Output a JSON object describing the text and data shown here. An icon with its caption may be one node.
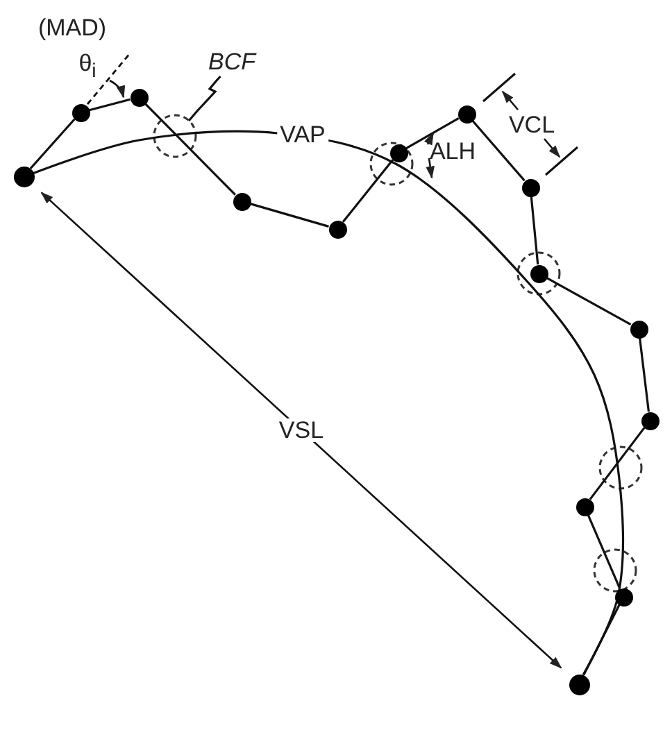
{
  "diagram": {
    "nodes": [
      {
        "text": [
          "BCF"
        ]
      },
      {
        "text": [],
        "shape": "dot"
      },
      {
        "text": [],
        "shape": "dot"
      },
      {
        "text": [],
        "shape": "dot"
      },
      {
        "text": [],
        "shape": "dot"
      },
      {
        "text": [],
        "shape": "dot"
      },
      {
        "text": [],
        "shape": "dot"
      },
      {
        "text": [],
        "shape": "dot"
      },
      {
        "text": [],
        "shape": "dot"
      },
      {
        "text": [],
        "shape": "dot"
      },
      {
        "text": [],
        "shape": "dot"
      },
      {
        "text": [],
        "shape": "dot"
      },
      {
        "text": [],
        "shape": "dot"
      },
      {
        "text": [],
        "shape": "dot"
      },
      {
        "text": [],
        "shape": "dot"
      }
    ],
    "edges": [
      {
        "from": 1,
        "to": 2,
        "arrow": "none"
      },
      {
        "from": 2,
        "to": 3,
        "arrow": "none"
      },
      {
        "from": 3,
        "to": 4,
        "arrow": "none"
      },
      {
        "from": 4,
        "to": 5,
        "arrow": "none"
      },
      {
        "from": 5,
        "to": 6,
        "arrow": "none"
      },
      {
        "from": 6,
        "to": 7,
        "arrow": "none"
      },
      {
        "from": 7,
        "to": 8,
        "arrow": "none"
      },
      {
        "from": 8,
        "to": 9,
        "arrow": "none"
      },
      {
        "from": 9,
        "to": 10,
        "arrow": "none"
      },
      {
        "from": 10,
        "to": 11,
        "arrow": "none"
      },
      {
        "from": 11,
        "to": 12,
        "arrow": "none"
      },
      {
        "from": 12,
        "to": 13,
        "arrow": "none"
      },
      {
        "from": 13,
        "to": 14,
        "arrow": "none"
      },
      {
        "from": 1,
        "to": 14,
        "arrow": "none",
        "label": "VAP"
      },
      {
        "from": 0,
        "to": null,
        "arrow": "none"
      },
      {
        "from": 1,
        "to": 14,
        "arrow": "both",
        "label": "VSL"
      }
    ],
    "labels": [
      "(MAD)",
      "θ$_{i}$",
      "ALH",
      "VCL"
    ]
  }
}
